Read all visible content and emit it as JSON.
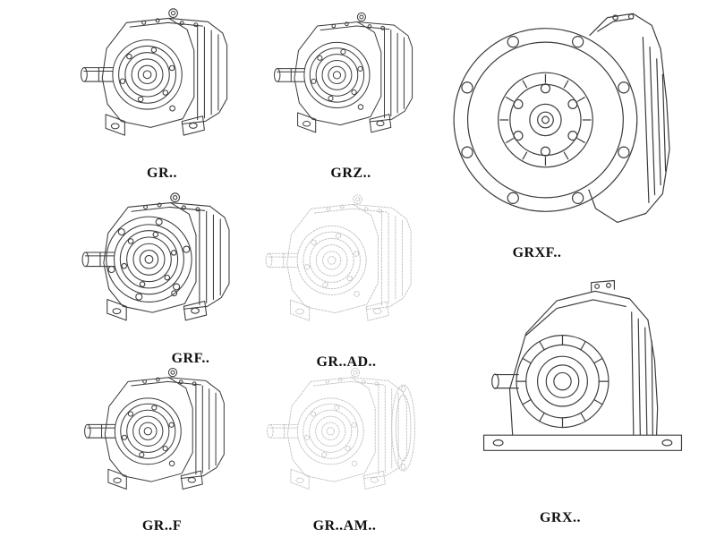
{
  "page": {
    "background_color": "#ffffff",
    "description": "Catalog sheet of GR series helical gear reducer models shown as technical line drawings"
  },
  "colors": {
    "line": "#3c3c3c",
    "ghosted_line": "#c2c2c2",
    "label_text": "#101010"
  },
  "figures": [
    {
      "label": "GR..",
      "drawing": "foot-mounted-helical-gear-unit-iso"
    },
    {
      "label": "GRZ..",
      "drawing": "foot-mounted-helical-gear-unit-iso"
    },
    {
      "label": "GRXF..",
      "drawing": "flange-mounted-gear-unit-front-view"
    },
    {
      "label": "GRF..",
      "drawing": "flange-input-gear-unit-iso"
    },
    {
      "label": "GR..AD..",
      "drawing": "gear-unit-with-input-adapter-iso-ghosted"
    },
    {
      "label": "GR..F",
      "drawing": "foot-mounted-helical-gear-unit-iso"
    },
    {
      "label": "GR..AM..",
      "drawing": "gear-unit-with-motor-flange-iso-ghosted"
    },
    {
      "label": "GRX..",
      "drawing": "foot-mounted-gear-unit-front-view"
    }
  ]
}
